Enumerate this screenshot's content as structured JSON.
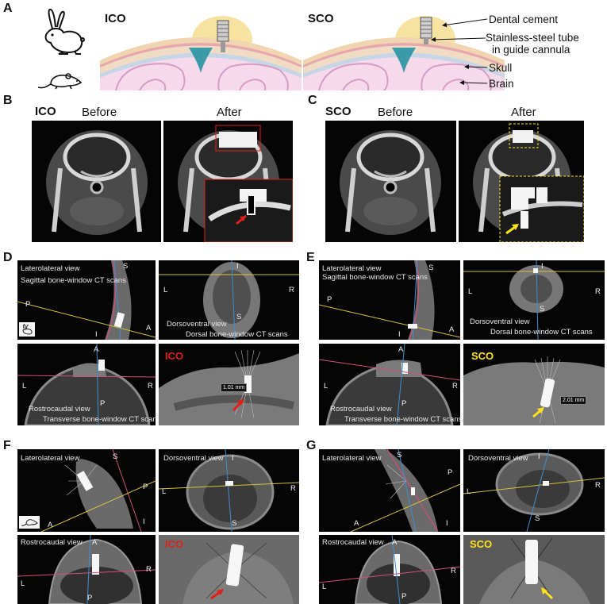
{
  "panel_a": {
    "letter": "A",
    "left_label": "ICO",
    "right_label": "SCO",
    "annotations": {
      "dental_cement": "Dental cement",
      "tube_line1": "Stainless-steel tube",
      "tube_line2": "in guide cannula",
      "skull": "Skull",
      "brain": "Brain"
    }
  },
  "panel_b": {
    "letter": "B",
    "group_label": "ICO",
    "before": "Before",
    "after": "After"
  },
  "panel_c": {
    "letter": "C",
    "group_label": "SCO",
    "before": "Before",
    "after": "After"
  },
  "panel_d": {
    "letter": "D",
    "sag_view": "Laterolateral view",
    "sag_scan": "Sagittal bone-window CT scans",
    "dorsal_view": "Dorsoventral view",
    "dorsal_scan": "Dorsal bone-window CT scans",
    "trans_view": "Rostrocaudal view",
    "trans_scan": "Transverse bone-window CT scans",
    "zoom_label": "ICO",
    "measure": "1.01 mm",
    "dirs": {
      "s": "S",
      "p": "P",
      "a": "A",
      "i": "I",
      "l": "L",
      "r": "R"
    }
  },
  "panel_e": {
    "letter": "E",
    "sag_view": "Laterolateral view",
    "sag_scan": "Sagittal bone-window CT scans",
    "dorsal_view": "Dorsoventral view",
    "dorsal_scan": "Dorsal bone-window CT scans",
    "trans_view": "Rostrocaudal view",
    "trans_scan": "Transverse bone-window CT scans",
    "zoom_label": "SCO",
    "measure": "2.01 mm",
    "dirs": {
      "s": "S",
      "p": "P",
      "a": "A",
      "i": "I",
      "l": "L",
      "r": "R"
    }
  },
  "panel_f": {
    "letter": "F",
    "sag_view": "Laterolateral view",
    "dorsal_view": "Dorsoventral view",
    "trans_view": "Rostrocaudal view",
    "zoom_label": "ICO",
    "dirs": {
      "s": "S",
      "p": "P",
      "a": "A",
      "i": "I",
      "l": "L",
      "r": "R"
    }
  },
  "panel_g": {
    "letter": "G",
    "sag_view": "Laterolateral view",
    "dorsal_view": "Dorsoventral view",
    "trans_view": "Rostrocaudal view",
    "zoom_label": "SCO",
    "dirs": {
      "s": "S",
      "p": "P",
      "a": "A",
      "i": "I",
      "l": "L",
      "r": "R"
    }
  },
  "colors": {
    "cement": "#f7e3a1",
    "skull_outer": "#eccfa6",
    "skull_pink": "#f2b7b7",
    "brain": "#f6d9ea",
    "highlight_red": "#e0201a",
    "highlight_yellow": "#ffe21a",
    "line_yellow": "#d8c23a",
    "line_blue": "#3f8fd0",
    "line_pink": "#d0507a"
  }
}
